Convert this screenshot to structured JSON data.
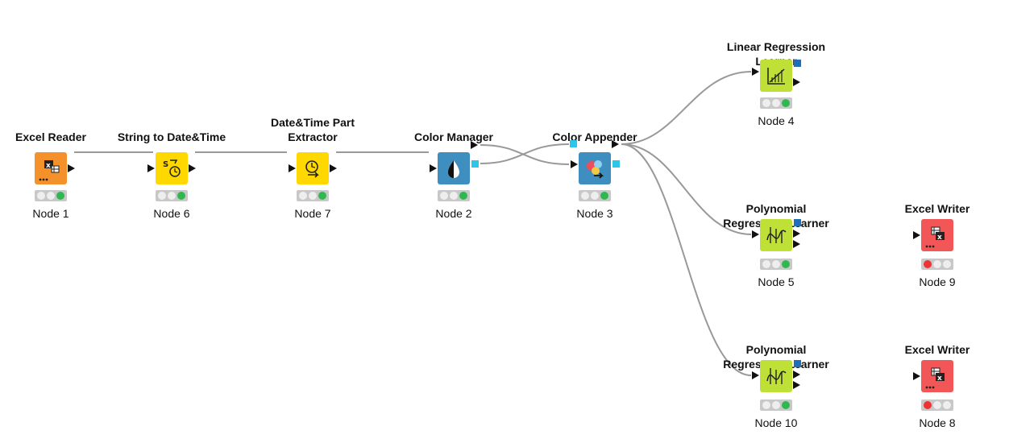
{
  "colors": {
    "source": "#f5912a",
    "manipulator": "#ffd800",
    "visualizer": "#3e8fbf",
    "learner": "#bfe137",
    "sink": "#f25656",
    "edge": "#999999",
    "light_off": "#eeeeee",
    "light_green": "#2fb84f",
    "light_red": "#ee3333",
    "port_cyan": "#2ec5e8",
    "port_blue": "#1f6fb8"
  },
  "nodes": [
    {
      "id": "node-1",
      "title": "Excel Reader",
      "label": "Node 1",
      "type": "source",
      "icon": "excel-reader-icon",
      "status": "green"
    },
    {
      "id": "node-6",
      "title": "String to Date&Time",
      "label": "Node 6",
      "type": "manipulator",
      "icon": "string-to-datetime-icon",
      "status": "green"
    },
    {
      "id": "node-7",
      "title": "Date&Time Part\nExtractor",
      "label": "Node 7",
      "type": "manipulator",
      "icon": "datetime-extractor-icon",
      "status": "green"
    },
    {
      "id": "node-2",
      "title": "Color Manager",
      "label": "Node 2",
      "type": "visualizer",
      "icon": "color-manager-icon",
      "status": "green"
    },
    {
      "id": "node-3",
      "title": "Color Appender",
      "label": "Node 3",
      "type": "visualizer",
      "icon": "color-appender-icon",
      "status": "green"
    },
    {
      "id": "node-4",
      "title": "Linear Regression\nLearner",
      "label": "Node 4",
      "type": "learner",
      "icon": "linear-regression-icon",
      "status": "green"
    },
    {
      "id": "node-5",
      "title": "Polynomial\nRegression Learner",
      "label": "Node 5",
      "type": "learner",
      "icon": "polynomial-regression-icon",
      "status": "green"
    },
    {
      "id": "node-10",
      "title": "Polynomial\nRegression Learner",
      "label": "Node 10",
      "type": "learner",
      "icon": "polynomial-regression-icon",
      "status": "green"
    },
    {
      "id": "node-9",
      "title": "Excel Writer",
      "label": "Node 9",
      "type": "sink",
      "icon": "excel-writer-icon",
      "status": "red"
    },
    {
      "id": "node-8",
      "title": "Excel Writer",
      "label": "Node 8",
      "type": "sink",
      "icon": "excel-writer-icon",
      "status": "red"
    }
  ],
  "connections": [
    {
      "from": "Node 1",
      "to": "Node 6"
    },
    {
      "from": "Node 6",
      "to": "Node 7"
    },
    {
      "from": "Node 7",
      "to": "Node 2"
    },
    {
      "from": "Node 2",
      "to": "Node 3"
    },
    {
      "from": "Node 2",
      "to": "Node 3"
    },
    {
      "from": "Node 3",
      "to": "Node 4"
    },
    {
      "from": "Node 3",
      "to": "Node 5"
    },
    {
      "from": "Node 3",
      "to": "Node 10"
    }
  ]
}
